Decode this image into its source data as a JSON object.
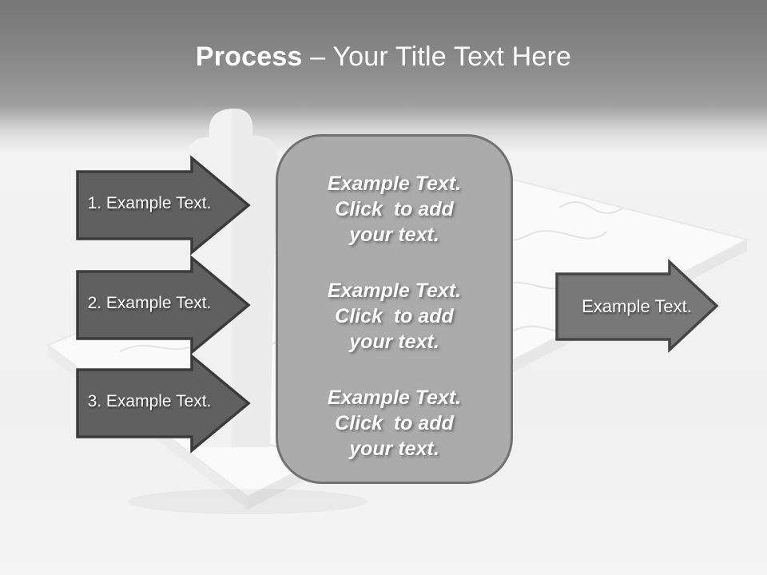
{
  "slide": {
    "title": {
      "emphasis": "Process",
      "separator": " – ",
      "rest": "Your Title Text Here"
    }
  },
  "steps": [
    {
      "label": "1. Example Text."
    },
    {
      "label": "2. Example Text."
    },
    {
      "label": "3. Example Text."
    }
  ],
  "center_box": {
    "blocks": [
      "Example Text.\nClick  to add\nyour text.",
      "Example Text.\nClick  to add\nyour text.",
      "Example Text.\nClick  to add\nyour text."
    ]
  },
  "output_arrow": {
    "label": "Example Text."
  },
  "colors": {
    "title_color": "#ffffff",
    "arrow_fill": "#606060",
    "arrow_border": "#3b3b3b",
    "output_arrow_fill": "#787878",
    "output_arrow_border": "#454545",
    "box_fill": "#ababab",
    "box_border": "#727272"
  }
}
